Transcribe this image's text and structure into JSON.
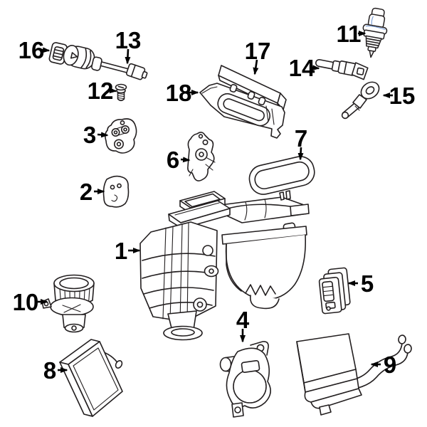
{
  "diagram": {
    "background_color": "#ffffff",
    "line_color": "#231f20",
    "label_color": "#000000",
    "highlight": {
      "fill": "#3d69b2",
      "stroke": "#16265c"
    },
    "callouts": {
      "c1": {
        "number": "1"
      },
      "c2": {
        "number": "2"
      },
      "c3": {
        "number": "3"
      },
      "c4": {
        "number": "4"
      },
      "c5": {
        "number": "5"
      },
      "c6": {
        "number": "6"
      },
      "c7": {
        "number": "7"
      },
      "c8": {
        "number": "8"
      },
      "c9": {
        "number": "9"
      },
      "c10": {
        "number": "10"
      },
      "c11": {
        "number": "11"
      },
      "c12": {
        "number": "12"
      },
      "c13": {
        "number": "13"
      },
      "c14": {
        "number": "14"
      },
      "c15": {
        "number": "15"
      },
      "c16": {
        "number": "16"
      },
      "c17": {
        "number": "17"
      },
      "c18": {
        "number": "18"
      }
    }
  }
}
